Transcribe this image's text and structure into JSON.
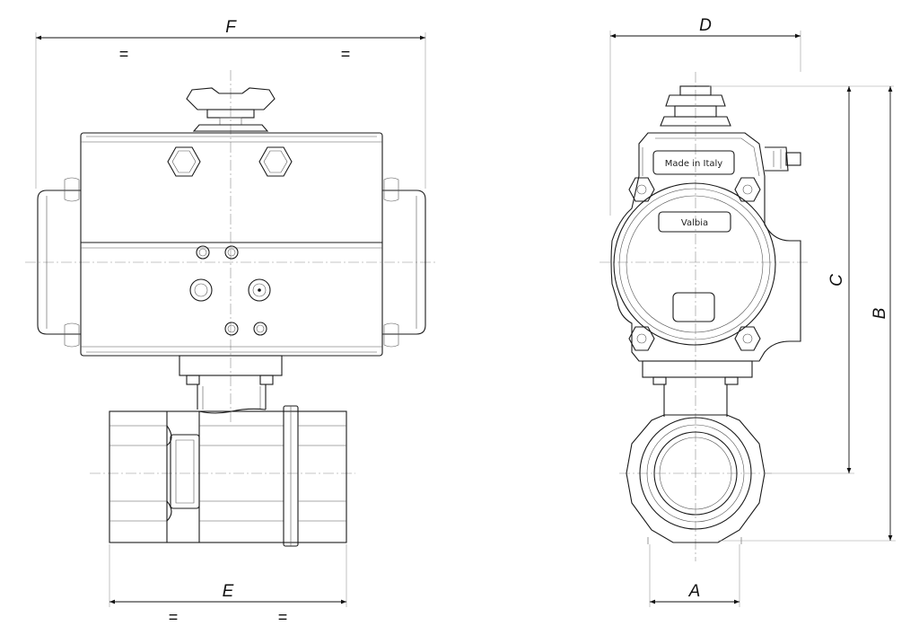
{
  "dimensions": {
    "F": "F",
    "E": "E",
    "D": "D",
    "A": "A",
    "B": "B",
    "C": "C"
  },
  "equal_marks": {
    "top_left": "=",
    "top_right": "=",
    "bottom_left": "=",
    "bottom_right": "="
  },
  "embossing": {
    "made_in_italy": "Made in Italy",
    "brand": "Valbia"
  }
}
